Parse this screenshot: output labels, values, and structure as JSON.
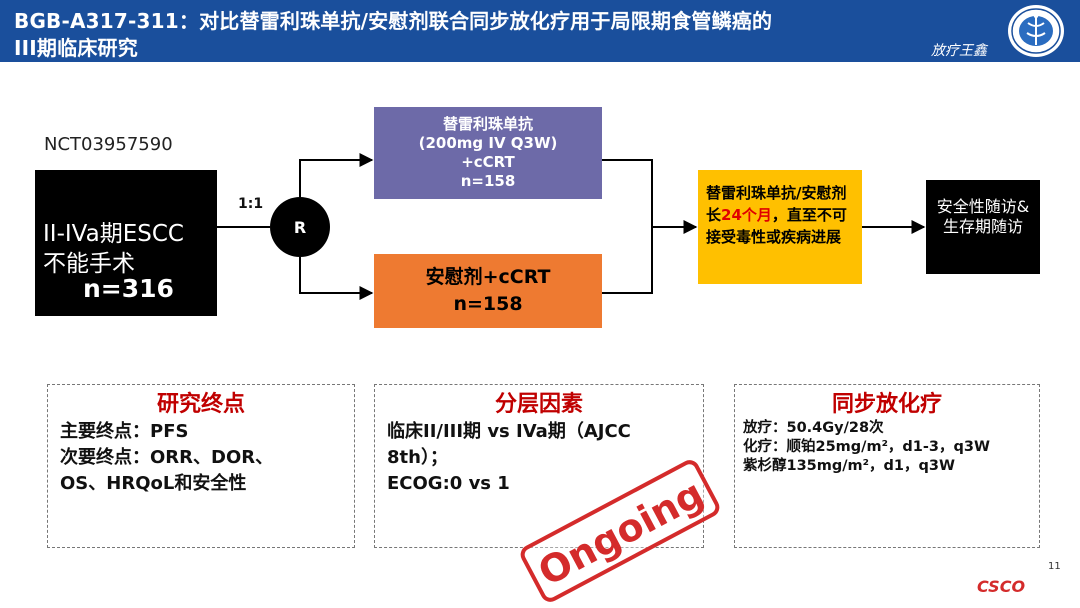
{
  "header": {
    "title_line1": "BGB-A317-311：对比替雷利珠单抗/安慰剂联合同步放化疗用于局限期食管鳞癌的",
    "title_line2": "III期临床研究",
    "author": "放疗王鑫"
  },
  "diagram": {
    "trial_id": "NCT03957590",
    "population": {
      "line1": "II-IVa期ESCC",
      "line2": "不能手术",
      "n": "n=316"
    },
    "ratio": "1:1",
    "randomize": "R",
    "arm1": {
      "line1": "替雷利珠单抗",
      "line2": "(200mg IV Q3W)",
      "line3": "+cCRT",
      "n": "n=158"
    },
    "arm2": {
      "line1": "安慰剂+cCRT",
      "n": "n=158"
    },
    "maintenance": {
      "pre": "替雷利珠单抗/安慰剂长",
      "highlight": "24个月",
      "post": "，直至不可接受毒性或疾病进展"
    },
    "followup": "安全性随访&生存期随访"
  },
  "endpoints": {
    "title": "研究终点",
    "lines": [
      "主要终点：PFS",
      "次要终点：ORR、DOR、",
      "OS、HRQoL和安全性"
    ]
  },
  "stratification": {
    "title": "分层因素",
    "lines": [
      "临床II/III期 vs IVa期（AJCC 8th）；",
      "ECOG:0 vs 1"
    ]
  },
  "ccrt": {
    "title": "同步放化疗",
    "lines": [
      "放疗：50.4Gy/28次",
      "化疗：顺铂25mg/m²，d1-3，q3W",
      "紫杉醇135mg/m²，d1，q3W"
    ]
  },
  "stamp": "Ongoing",
  "footer": {
    "logo": "CSCO",
    "page": "11"
  },
  "colors": {
    "header_bg": "#1a4f9c",
    "arm1_bg": "#6d6aa8",
    "arm2_bg": "#ee7a31",
    "maintenance_bg": "#ffc000",
    "highlight_red": "#e00000",
    "heading_red": "#c00000"
  }
}
